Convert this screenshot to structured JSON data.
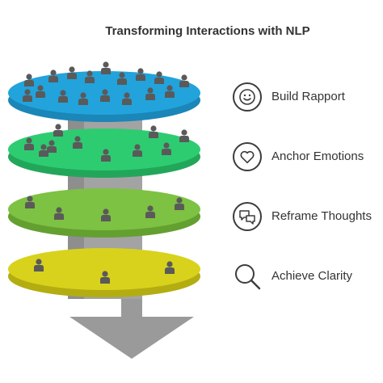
{
  "title": "Transforming Interactions with NLP",
  "colors": {
    "layer1": "#22a3dc",
    "layer1_edge": "#1b86b8",
    "layer2": "#2ecc71",
    "layer2_edge": "#22a75a",
    "layer3": "#7dc242",
    "layer3_edge": "#63a030",
    "layer4": "#d8d21c",
    "layer4_edge": "#b3ad12",
    "cylinder": "#9a9a9a",
    "arrow": "#9a9a9a",
    "person": "#5a5a5a",
    "text": "#333333"
  },
  "steps": [
    {
      "label": "Build Rapport",
      "icon": "smiley-face-icon"
    },
    {
      "label": "Anchor Emotions",
      "icon": "heart-icon"
    },
    {
      "label": "Reframe Thoughts",
      "icon": "speech-bubbles-icon"
    },
    {
      "label": "Achieve Clarity",
      "icon": "magnifier-icon"
    }
  ]
}
